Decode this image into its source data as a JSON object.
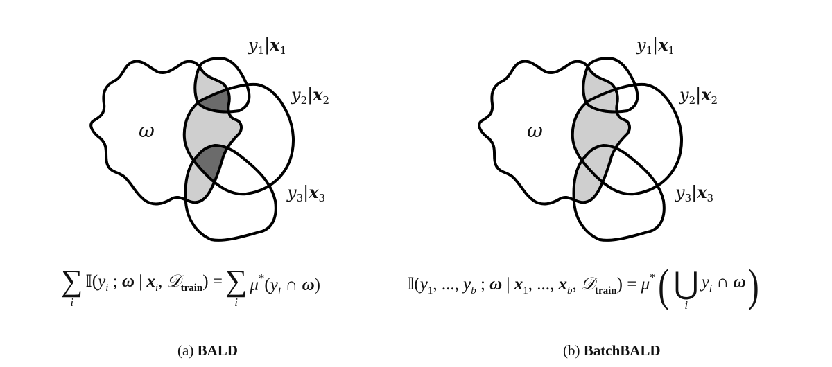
{
  "figure": {
    "panels": [
      {
        "id": "a",
        "caption_prefix": "(a)",
        "caption_title": "BALD",
        "regions": {
          "omega_label": "ω",
          "y1_label": {
            "y": "y",
            "ysub": "1",
            "bar": "|",
            "x": "x",
            "xsub": "1"
          },
          "y2_label": {
            "y": "y",
            "ysub": "2",
            "bar": "|",
            "x": "x",
            "xsub": "2"
          },
          "y3_label": {
            "y": "y",
            "ysub": "3",
            "bar": "|",
            "x": "x",
            "xsub": "3"
          }
        },
        "shading": {
          "light": "#cfcfcf",
          "dark": "#6b6b6b",
          "note": "dark overlaps double-counted"
        },
        "formula": {
          "sum_symbol": "∑",
          "sum_index": "i",
          "mi_symbol": "𝕀",
          "open": "(",
          "y": "y",
          "y_sub": "i",
          "sep": " ; ",
          "omega": "ω",
          "given": " | ",
          "x": "x",
          "x_sub": "i",
          "comma": ", ",
          "D": "𝒟",
          "D_sub": "train",
          "close": ")",
          "equals": " = ",
          "sum_symbol_2": "∑",
          "sum_index_2": "i",
          "mu": "μ",
          "mu_sup": "*",
          "rhs_open": "(",
          "rhs_y": "y",
          "rhs_y_sub": "i",
          "cap": " ∩ ",
          "rhs_omega": "ω",
          "rhs_close": ")"
        }
      },
      {
        "id": "b",
        "caption_prefix": "(b)",
        "caption_title": "BatchBALD",
        "regions": {
          "omega_label": "ω",
          "y1_label": {
            "y": "y",
            "ysub": "1",
            "bar": "|",
            "x": "x",
            "xsub": "1"
          },
          "y2_label": {
            "y": "y",
            "ysub": "2",
            "bar": "|",
            "x": "x",
            "xsub": "2"
          },
          "y3_label": {
            "y": "y",
            "ysub": "3",
            "bar": "|",
            "x": "x",
            "xsub": "3"
          }
        },
        "shading": {
          "light": "#cfcfcf"
        },
        "formula": {
          "mi_symbol": "𝕀",
          "open": "(",
          "y1": "y",
          "y1_sub": "1",
          "dots1": ", ..., ",
          "yb": "y",
          "yb_sub": "b",
          "sep": " ; ",
          "omega": "ω",
          "given": " | ",
          "x1": "x",
          "x1_sub": "1",
          "dots2": ", ..., ",
          "xb": "x",
          "xb_sub": "b",
          "comma": ", ",
          "D": "𝒟",
          "D_sub": "train",
          "close": ")",
          "equals": " = ",
          "mu": "μ",
          "mu_sup": "*",
          "big_open": "(",
          "union_symbol": "⋃",
          "union_index": "i",
          "rhs_y": "y",
          "rhs_y_sub": "i",
          "cap": " ∩ ",
          "rhs_omega": "ω",
          "big_close": ")"
        }
      }
    ],
    "colors": {
      "stroke": "#000000",
      "light_fill": "#cfcfcf",
      "dark_fill": "#6b6b6b",
      "background": "#ffffff"
    }
  }
}
